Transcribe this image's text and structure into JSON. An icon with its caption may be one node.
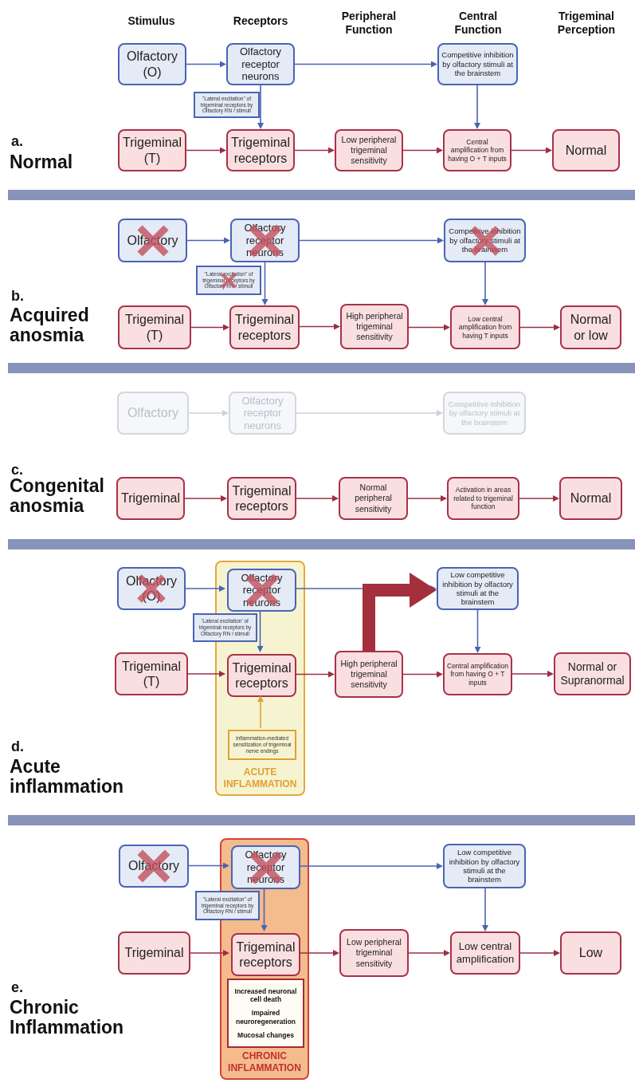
{
  "diagram": {
    "nodes": [
      {
        "text": [
          "Olfactory (O)"
        ]
      },
      {
        "text": [
          "Olfactory receptor neurons"
        ]
      },
      {
        "text": [
          "Competitive inhibition by olfactory stimuli at the brainstem"
        ]
      },
      {
        "text": [
          "\"Lateral excitation\" of trigeminal receptors by Olfactory RN / stimuli"
        ]
      },
      {
        "text": [
          "Trigeminal (T)"
        ]
      },
      {
        "text": [
          "Trigeminal receptors"
        ]
      },
      {
        "text": [
          "Low peripheral trigeminal sensitivity"
        ]
      },
      {
        "text": [
          "Central amplification from having O + T inputs"
        ]
      },
      {
        "text": [
          "Normal"
        ]
      },
      {
        "text": [
          "Olfactory"
        ]
      },
      {
        "text": [
          "Olfactory receptor neurons"
        ]
      },
      {
        "text": [
          "Competitive inhibition by olfactory stimuli at the brainstem"
        ]
      },
      {
        "text": [
          "\"Lateral excitation\" of trigeminal receptors by Olfactory RN / stimuli"
        ]
      },
      {
        "text": [
          "Trigeminal (T)"
        ]
      },
      {
        "text": [
          "Trigeminal receptors"
        ]
      },
      {
        "text": [
          "High peripheral trigeminal sensitivity"
        ]
      },
      {
        "text": [
          "Low central amplification from having T inputs"
        ]
      },
      {
        "text": [
          "Normal or low"
        ]
      },
      {
        "text": [
          "Olfactory"
        ]
      },
      {
        "text": [
          "Olfactory receptor neurons"
        ]
      },
      {
        "text": [
          "Competitive inhibition by olfactory stimuli at the brainstem"
        ]
      },
      {
        "text": [
          "Trigeminal"
        ]
      },
      {
        "text": [
          "Trigeminal receptors"
        ]
      },
      {
        "text": [
          "Normal peripheral sensitivity"
        ]
      },
      {
        "text": [
          "Activation in areas related to trigeminal function"
        ]
      },
      {
        "text": [
          "Normal"
        ]
      },
      {
        "text": [
          "Olfactory (O)"
        ]
      },
      {
        "text": [
          "ACUTE INFLAMMATION"
        ]
      },
      {
        "text": [
          "Olfactory receptor neurons"
        ],
        "in": 27
      },
      {
        "text": [
          "Low competitive inhibition by olfactory stimuli at the brainstem"
        ]
      },
      {
        "text": [
          "'Lateral excitation' of trigeminal receptors by Olfactory RN / stimuli"
        ]
      },
      {
        "text": [
          "Trigeminal (T)"
        ]
      },
      {
        "text": [
          "Trigeminal receptors"
        ],
        "in": 27
      },
      {
        "text": [
          "High peripheral trigeminal sensitivity"
        ]
      },
      {
        "text": [
          "Central amplification from having O + T inputs"
        ]
      },
      {
        "text": [
          "Normal or Supranormal"
        ]
      },
      {
        "text": [
          "Inflammation-mediated sensitization of trigeminal nerve endings"
        ],
        "in": 27
      },
      {
        "text": [
          "Olfactory"
        ]
      },
      {
        "text": [
          "CHRONIC INFLAMMATION"
        ]
      },
      {
        "text": [
          "Olfactory receptor neurons"
        ],
        "in": 38
      },
      {
        "text": [
          "Low competitive inhibition by olfactory stimuli at the brainstem"
        ]
      },
      {
        "text": [
          "\"Lateral excitation\" of trigeminal receptors by Olfactory RN / stimuli"
        ]
      },
      {
        "text": [
          "Trigeminal"
        ]
      },
      {
        "text": [
          "Trigeminal receptors"
        ],
        "in": 38
      },
      {
        "text": [
          "Increased neuronal cell death",
          "Impaired neuroregeneration",
          "Mucosal changes"
        ],
        "in": 38
      },
      {
        "text": [
          "Low peripheral trigeminal sensitivity"
        ]
      },
      {
        "text": [
          "Low central amplification"
        ]
      },
      {
        "text": [
          "Low"
        ]
      }
    ],
    "edges": [
      {
        "from": 0,
        "to": 1,
        "arrow": "to",
        "color": "#4a64b4"
      },
      {
        "from": 1,
        "to": 2,
        "arrow": "to",
        "color": "#4a64b4"
      },
      {
        "from": 1,
        "to": 5,
        "arrow": "to",
        "color": "#4a64b4"
      },
      {
        "from": 2,
        "to": 7,
        "arrow": "to",
        "color": "#4a64b4"
      },
      {
        "from": 4,
        "to": 5,
        "arrow": "to"
      },
      {
        "from": 5,
        "to": 6,
        "arrow": "to"
      },
      {
        "from": 6,
        "to": 7,
        "arrow": "to"
      },
      {
        "from": 7,
        "to": 8,
        "arrow": "to"
      },
      {
        "from": 9,
        "to": 10,
        "arrow": "to",
        "color": "#4a64b4"
      },
      {
        "from": 10,
        "to": 11,
        "arrow": "to",
        "color": "#4a64b4"
      },
      {
        "from": 10,
        "to": 14,
        "arrow": "to",
        "color": "#4a64b4"
      },
      {
        "from": 11,
        "to": 16,
        "arrow": "to",
        "color": "#4a64b4"
      },
      {
        "from": 13,
        "to": 14,
        "arrow": "to"
      },
      {
        "from": 14,
        "to": 15,
        "arrow": "to"
      },
      {
        "from": 15,
        "to": 16,
        "arrow": "to"
      },
      {
        "from": 16,
        "to": 17,
        "arrow": "to"
      },
      {
        "from": 18,
        "to": 19,
        "arrow": "to",
        "color": "#cdd1d9"
      },
      {
        "from": 19,
        "to": 20,
        "arrow": "to",
        "color": "#cdd1d9"
      },
      {
        "from": 21,
        "to": 22,
        "arrow": "to"
      },
      {
        "from": 22,
        "to": 23,
        "arrow": "to"
      },
      {
        "from": 23,
        "to": 24,
        "arrow": "to"
      },
      {
        "from": 24,
        "to": 25,
        "arrow": "to"
      },
      {
        "from": 26,
        "to": 28,
        "arrow": "to",
        "color": "#4a64b4"
      },
      {
        "from": 28,
        "to": 29,
        "arrow": "to",
        "color": "#4a64b4"
      },
      {
        "from": 28,
        "to": 32,
        "arrow": "to",
        "color": "#4a64b4"
      },
      {
        "from": 29,
        "to": 34,
        "arrow": "to",
        "color": "#4a64b4"
      },
      {
        "from": 31,
        "to": 32,
        "arrow": "to"
      },
      {
        "from": 32,
        "to": 33,
        "arrow": "to"
      },
      {
        "from": 33,
        "to": 34,
        "arrow": "to"
      },
      {
        "from": 34,
        "to": 35,
        "arrow": "to"
      },
      {
        "from": 36,
        "to": 32,
        "arrow": "to",
        "color": "#e0a035"
      },
      {
        "from": 33,
        "to": 29,
        "arrow": "to",
        "style": "thick",
        "color": "#a3303c"
      },
      {
        "from": 37,
        "to": 39,
        "arrow": "to",
        "color": "#4a64b4"
      },
      {
        "from": 39,
        "to": 40,
        "arrow": "to",
        "color": "#4a64b4"
      },
      {
        "from": 39,
        "to": 43,
        "arrow": "to",
        "color": "#4a64b4"
      },
      {
        "from": 40,
        "to": 46,
        "arrow": "to",
        "color": "#4a64b4"
      },
      {
        "from": 42,
        "to": 43,
        "arrow": "to"
      },
      {
        "from": 43,
        "to": 45,
        "arrow": "to"
      },
      {
        "from": 45,
        "to": 46,
        "arrow": "to"
      },
      {
        "from": 46,
        "to": 47,
        "arrow": "to"
      }
    ],
    "labels": [
      "Stimulus",
      "Receptors",
      "Peripheral Function",
      "Central Function",
      "Trigeminal Perception",
      "a.",
      "Normal",
      "b.",
      "Acquired anosmia",
      "c.",
      "Congenital anosmia",
      "d.",
      "Acute inflammation",
      "e.",
      "Chronic Inflammation"
    ]
  }
}
